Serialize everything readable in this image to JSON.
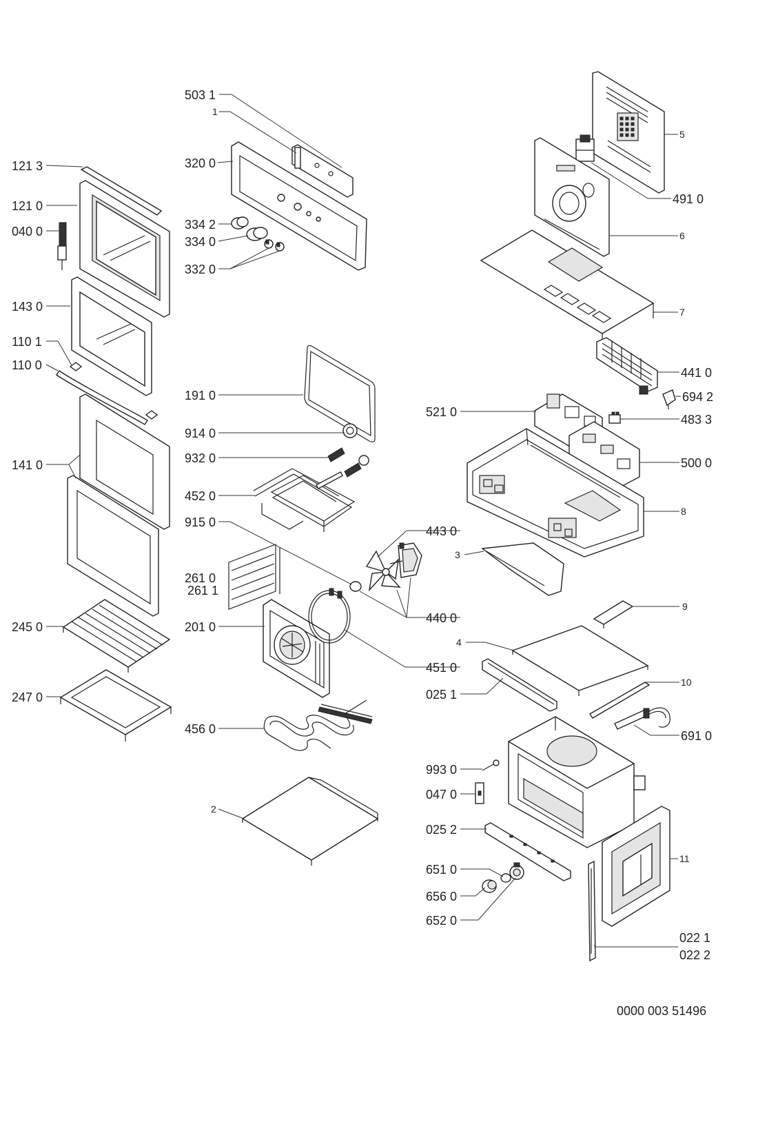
{
  "document_number": "0000 003 51496",
  "callouts": {
    "c5031": "503 1",
    "c1": "1",
    "c1213": "121 3",
    "c3200": "320 0",
    "c1210": "121 0",
    "c0400": "040 0",
    "c3342": "334 2",
    "c3340": "334 0",
    "c3320": "332 0",
    "c1430": "143 0",
    "c1101": "110 1",
    "c1100": "110 0",
    "c1910": "191 0",
    "c9140": "914 0",
    "c9320": "932 0",
    "c1410": "141 0",
    "c4520": "452 0",
    "c9150": "915 0",
    "c2610": "261 0",
    "c2611": "261 1",
    "c2450": "245 0",
    "c2010": "201 0",
    "c2470": "247 0",
    "c4560": "456 0",
    "c2": "2",
    "c4430": "443 0",
    "c4400": "440 0",
    "c4510": "451 0",
    "c5": "5",
    "c4910": "491 0",
    "c6": "6",
    "c7": "7",
    "c4410": "441 0",
    "c6942": "694 2",
    "c5210": "521 0",
    "c4833": "483 3",
    "c5000": "500 0",
    "c8": "8",
    "c3": "3",
    "c9": "9",
    "c4": "4",
    "c0251": "025 1",
    "c10": "10",
    "c6910": "691 0",
    "c9930": "993 0",
    "c0470": "047 0",
    "c0252": "025 2",
    "c11": "11",
    "c6510": "651 0",
    "c6560": "656 0",
    "c6520": "652 0",
    "c0221": "022 1",
    "c0222": "022 2"
  }
}
